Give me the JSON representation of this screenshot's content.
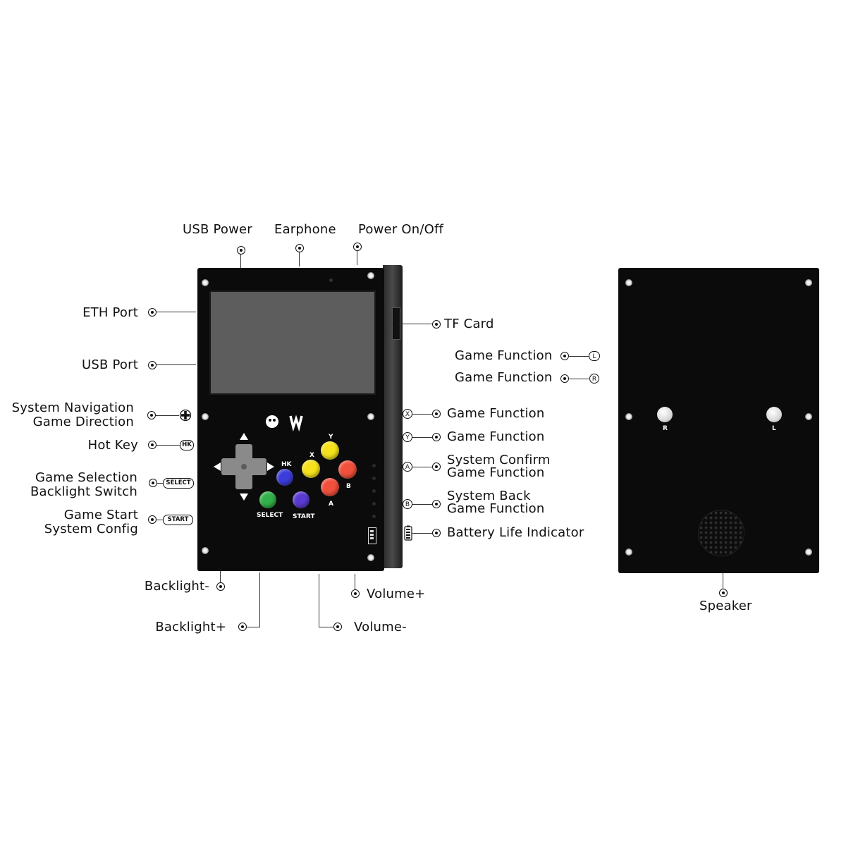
{
  "top_labels": {
    "usb_power": "USB Power",
    "earphone": "Earphone",
    "power_onoff": "Power On/Off"
  },
  "left_labels": {
    "eth_port": "ETH Port",
    "usb_port": "USB Port",
    "system_navigation": "System Navigation",
    "game_direction": "Game Direction",
    "hot_key": "Hot Key",
    "game_selection": "Game Selection",
    "backlight_switch": "Backlight Switch",
    "game_start": "Game Start",
    "system_config": "System Config"
  },
  "right_labels": {
    "tf_card": "TF Card",
    "game_function_l": "Game Function",
    "game_function_r": "Game Function",
    "game_function_x": "Game Function",
    "game_function_y": "Game Function",
    "system_confirm": "System Confirm",
    "game_function_a": "Game Function",
    "system_back": "System Back",
    "game_function_b": "Game Function",
    "battery_life": "Battery Life Indicator"
  },
  "bottom_labels": {
    "backlight_minus": "Backlight-",
    "backlight_plus": "Backlight+",
    "volume_plus": "Volume+",
    "volume_minus": "Volume-",
    "speaker": "Speaker"
  },
  "icons": {
    "l": "L",
    "r": "R",
    "x": "X",
    "y": "Y",
    "a": "A",
    "b": "B",
    "hk": "HK",
    "select": "SELECT",
    "start": "START"
  },
  "device": {
    "btn_y": "Y",
    "btn_x": "X",
    "btn_b": "B",
    "btn_a": "A",
    "btn_hk": "HK",
    "btn_select": "SELECT",
    "btn_start": "START",
    "logo_text": "W"
  },
  "back": {
    "knob_r": "R",
    "knob_l": "L"
  },
  "colors": {
    "yellow": "#f5e21c",
    "red": "#f0503c",
    "blue": "#3c3cd8",
    "green": "#34b04a",
    "purple": "#5a3ad0",
    "gray_dpad": "#8a8a8a"
  }
}
